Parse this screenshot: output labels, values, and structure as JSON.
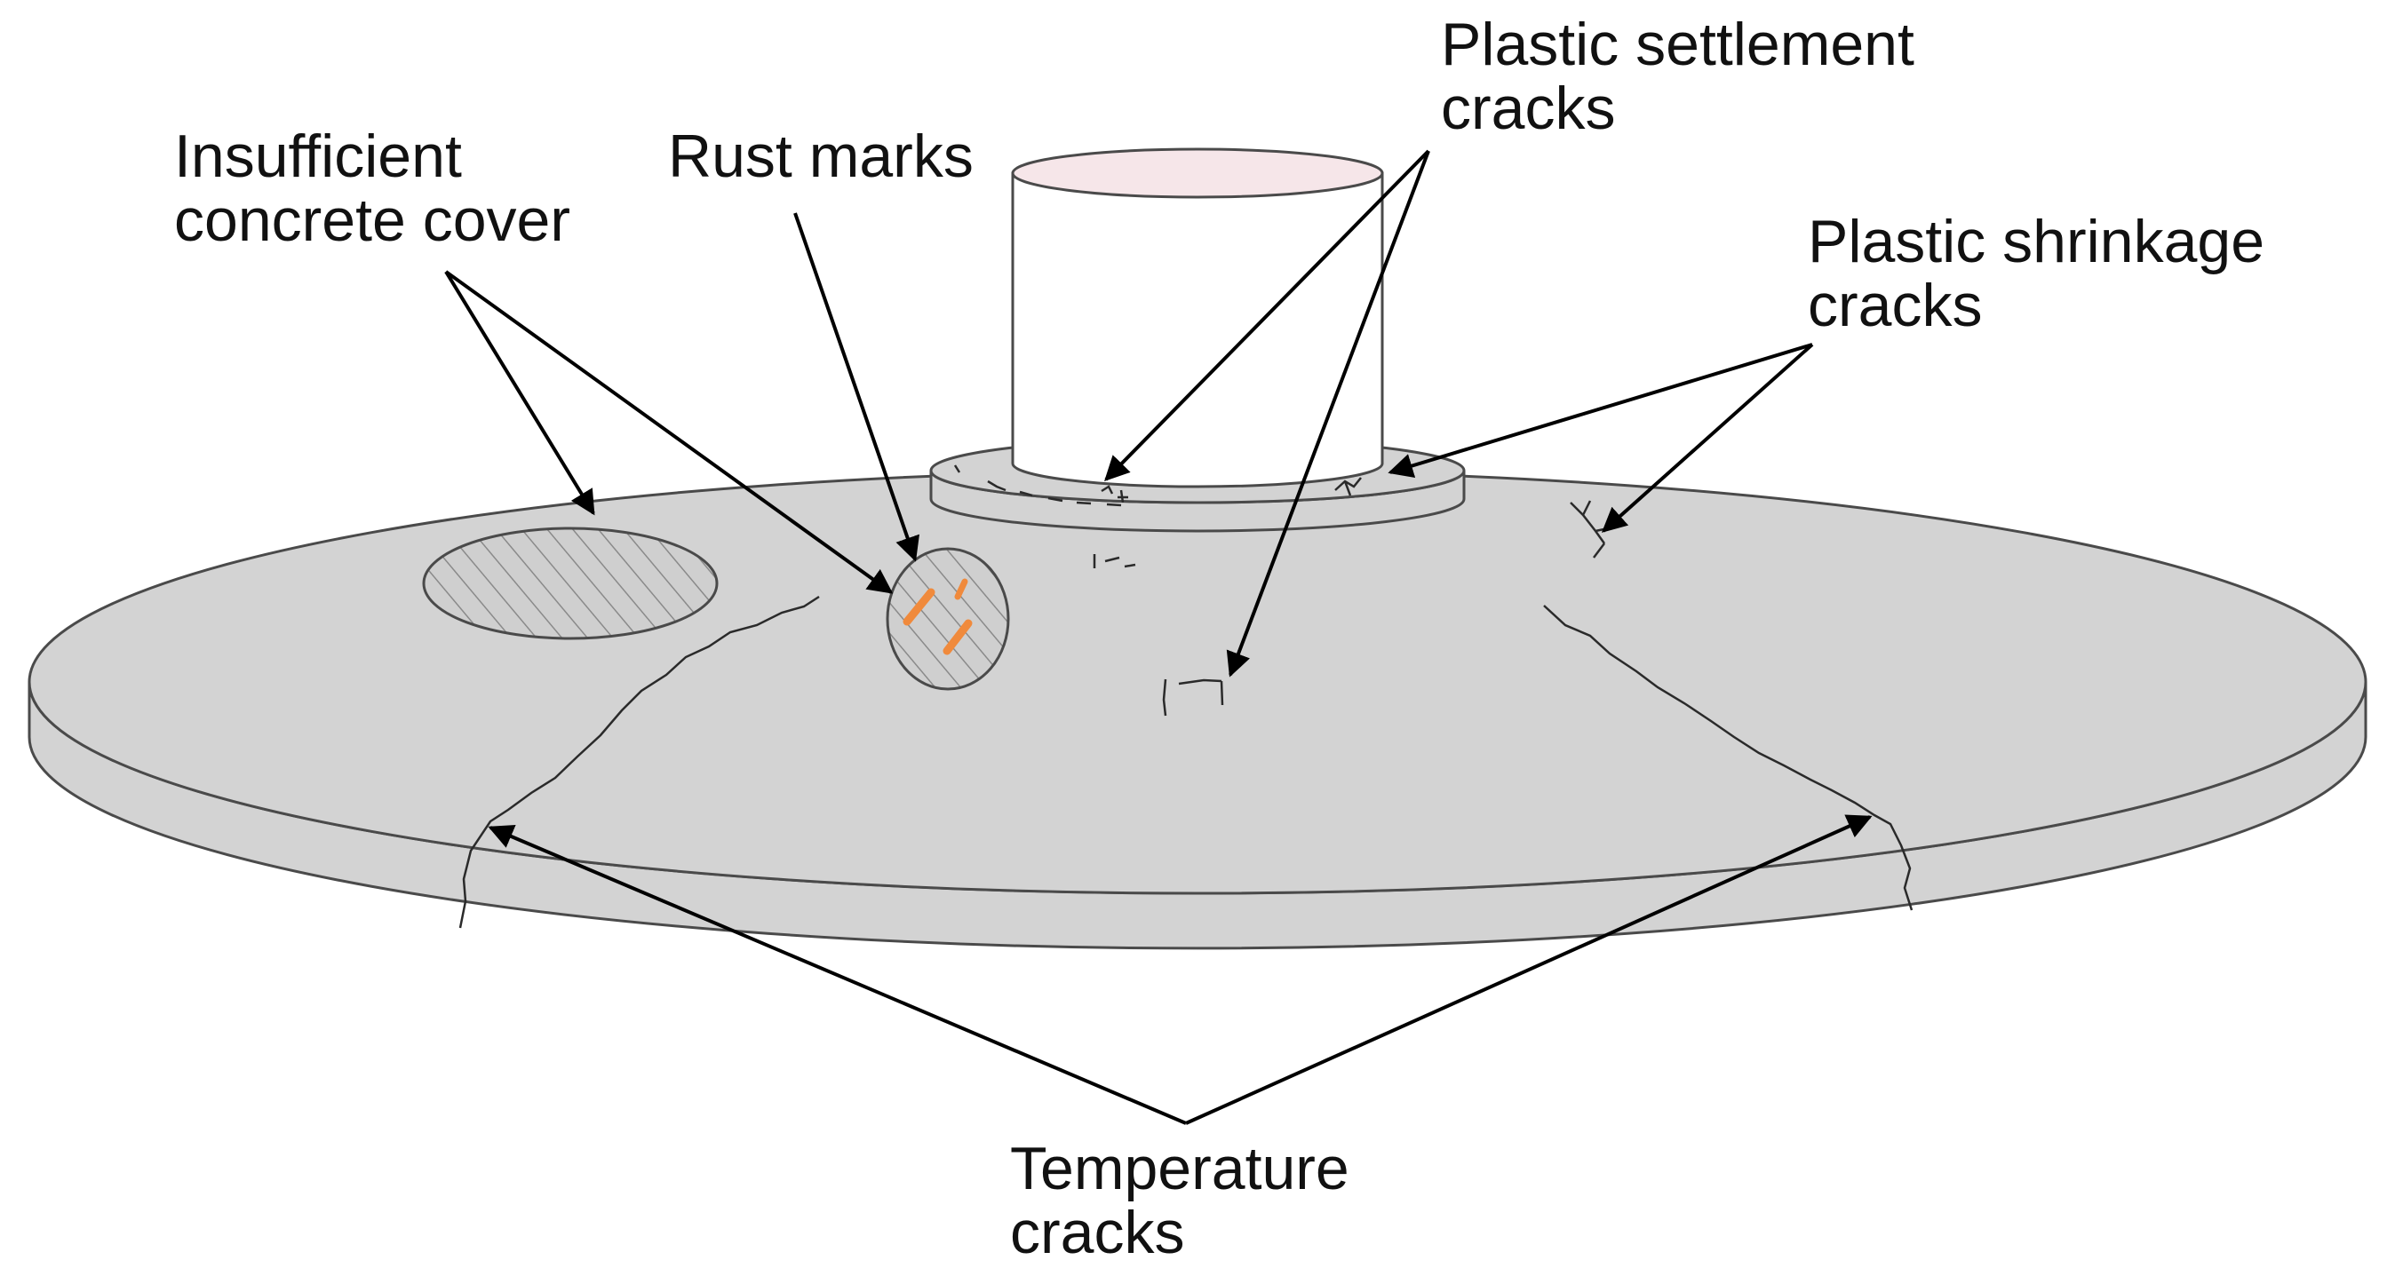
{
  "labels": {
    "insufficient_cover": {
      "line1": "Insufficient",
      "line2": "concrete cover"
    },
    "rust_marks": {
      "line1": "Rust marks"
    },
    "plastic_settlement": {
      "line1": "Plastic settlement",
      "line2": "cracks"
    },
    "plastic_shrinkage": {
      "line1": "Plastic shrinkage",
      "line2": "cracks"
    },
    "temperature": {
      "line1": "Temperature",
      "line2": "cracks"
    }
  },
  "colors": {
    "slab_fill": "#d3d3d3",
    "slab_stroke": "#4a4a4a",
    "column_fill": "#ffffff",
    "column_top": "#f6e6e9",
    "hatch": "#8a8a8a",
    "rust": "#f08a3c",
    "arrow": "#000000",
    "crack": "#2a2a2a"
  }
}
